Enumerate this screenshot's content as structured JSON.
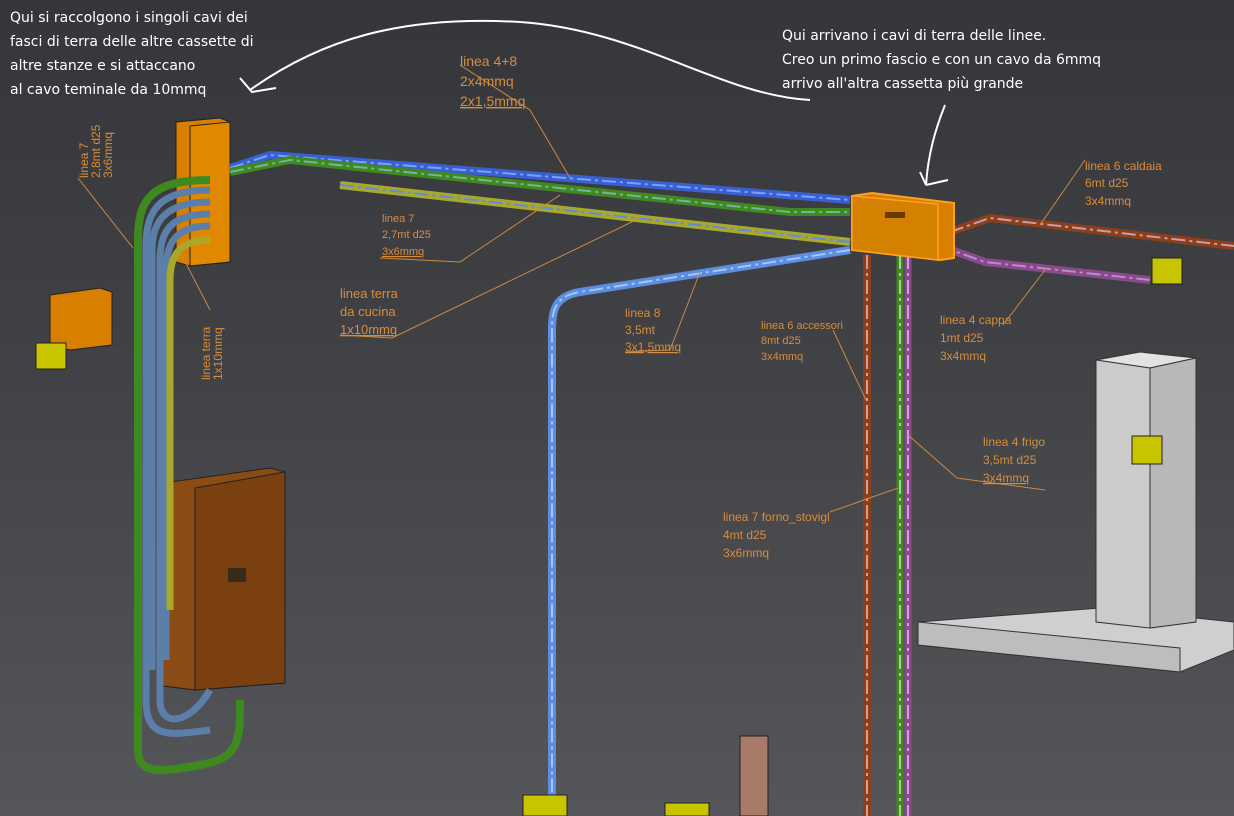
{
  "annotations": {
    "left_note": [
      "Qui si raccolgono i singoli cavi dei",
      "fasci di terra delle altre cassette di",
      "altre stanze e si attaccano",
      "al cavo teminale da 10mmq"
    ],
    "right_note": [
      "Qui arrivano i cavi di terra delle linee.",
      "Creo un primo fascio e con un cavo da 6mmq",
      "arrivo all'altra cassetta più grande"
    ]
  },
  "labels": {
    "linea_4_8": [
      "linea 4+8",
      "2x4mmq",
      "2x1,5mmq"
    ],
    "linea_7_vertical": [
      "linea 7",
      "2,8mt d25",
      "3x6mmq"
    ],
    "linea_terra_vertical": [
      "linea terra",
      "1x10mmq"
    ],
    "linea_7": [
      "linea 7",
      "2,7mt d25",
      "3x6mmq"
    ],
    "linea_terra_cucina": [
      "linea terra",
      "da cucina",
      "1x10mmq"
    ],
    "linea_8": [
      "linea 8",
      "3,5mt",
      "3x1,5mmq"
    ],
    "linea_6_caldaia": [
      "linea 6 caldaia",
      "6mt d25",
      "3x4mmq"
    ],
    "linea_6_accessori": [
      "linea 6 accessori",
      "8mt d25",
      "3x4mmq"
    ],
    "linea_4_cappa": [
      "linea 4 cappa",
      "1mt d25",
      "3x4mmq"
    ],
    "linea_4_frigo": [
      "linea 4 frigo",
      "3,5mt d25",
      "3x4mmq"
    ],
    "linea_7_forno": [
      "linea 7 forno_stovigl",
      "4mt d25",
      "3x6mmq"
    ]
  },
  "colors": {
    "junction_box": "#d97f00",
    "cable_blue": "#3a5fd0",
    "cable_green": "#3f8a1e",
    "cable_yellow": "#a9a82a",
    "cable_lightblue": "#5b8ede",
    "cable_brown": "#8c3f1a",
    "cable_purple": "#8a4a8a",
    "label_text": "#d98c3a",
    "socket_yellow": "#c8c400"
  }
}
